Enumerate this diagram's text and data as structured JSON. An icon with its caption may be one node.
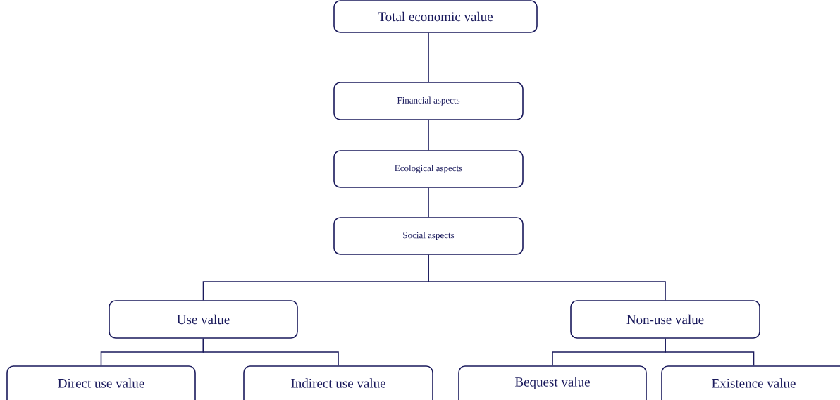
{
  "diagram": {
    "nodes": [
      {
        "text": [
          "Total economic value"
        ]
      },
      {
        "text": [
          "Financial aspects"
        ]
      },
      {
        "text": [
          "Ecological aspects"
        ]
      },
      {
        "text": [
          "Social aspects"
        ]
      },
      {
        "text": [
          "Use value"
        ]
      },
      {
        "text": [
          "Non-use value"
        ]
      },
      {
        "text": [
          "Direct use value"
        ]
      },
      {
        "text": [
          "Indirect use value"
        ]
      },
      {
        "text": [
          "Bequest value"
        ]
      },
      {
        "text": [
          "Existence value"
        ]
      }
    ],
    "edges": [
      {
        "from": 0,
        "to": 1,
        "arrow": "none"
      },
      {
        "from": 1,
        "to": 2,
        "arrow": "none"
      },
      {
        "from": 2,
        "to": 3,
        "arrow": "none"
      },
      {
        "from": 3,
        "to": 4,
        "arrow": "none"
      },
      {
        "from": 3,
        "to": 5,
        "arrow": "none"
      },
      {
        "from": 4,
        "to": 6,
        "arrow": "none"
      },
      {
        "from": 4,
        "to": 7,
        "arrow": "none"
      },
      {
        "from": 5,
        "to": 8,
        "arrow": "none"
      },
      {
        "from": 5,
        "to": 9,
        "arrow": "none"
      }
    ]
  }
}
